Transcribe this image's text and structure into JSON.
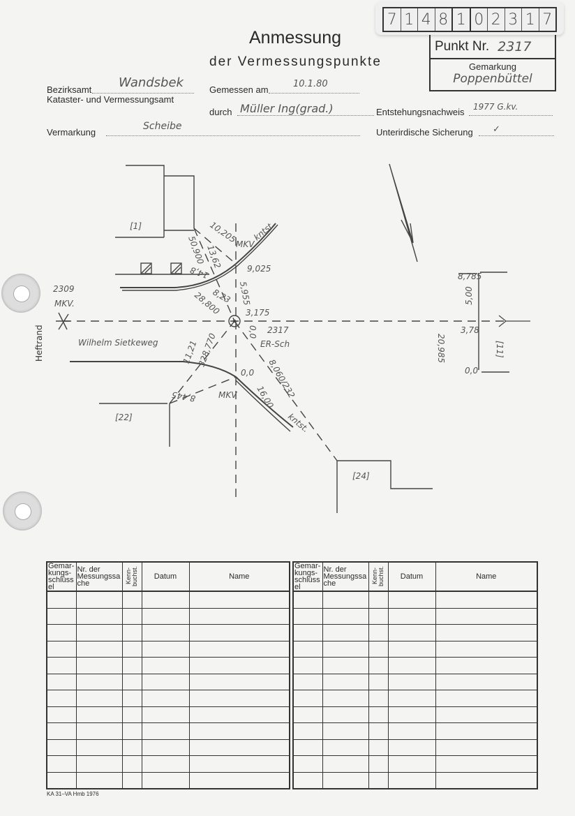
{
  "id_number": [
    "7",
    "1",
    "4",
    "8",
    "1",
    "0",
    "2",
    "3",
    "1",
    "7"
  ],
  "title": "Anmessung",
  "subtitle": "der Vermessungspunkte",
  "punkt": {
    "label": "Punkt Nr.",
    "value": "2317"
  },
  "gemarkung": {
    "label": "Gemarkung",
    "value": "Poppenbüttel"
  },
  "bezirksamt": {
    "label": "Bezirksamt",
    "value": "Wandsbek",
    "sub": "Kataster- und Vermessungsamt"
  },
  "gemessen": {
    "label": "Gemessen am",
    "value": "10.1.80"
  },
  "durch": {
    "label": "durch",
    "value": "Müller Ing(grad.)"
  },
  "entstehung": {
    "label": "Entstehungsnachweis",
    "value": "1977 G.kv."
  },
  "vermarkung": {
    "label": "Vermarkung",
    "value": "Scheibe"
  },
  "unterirdisch": {
    "label": "Unterirdische Sicherung",
    "value": "✓"
  },
  "sketch": {
    "b1": "[1]",
    "b22": "[22]",
    "b24": "[24]",
    "b11": "[11]",
    "p2309": "2309",
    "mkv_left": "MKV.",
    "mkv_top": "MKV",
    "mkv_bottom": "MKV",
    "p2317": "2317",
    "er_sch": "ER-Sch",
    "street": "Wilhelm Sietkeweg",
    "kntst_top": "kntst",
    "kntst_bottom": "kntst.",
    "m10205": "10,205",
    "m1362": "13,62",
    "m50900": "50,900",
    "m148": "14,8",
    "m823": "8,23",
    "m28800": "28,800",
    "m9025": "9,025",
    "m5955": "5,955",
    "m3175": "3,175",
    "m00": "0,0",
    "m1121": "11,21",
    "m328": "328,770",
    "m00b": "0,0",
    "m8445": "8,445",
    "m8060": "8,060/232",
    "m1600": "16,00",
    "m8785": "8,785",
    "m500": "5,00",
    "m378": "3,78",
    "m00c": "0,0",
    "m20985": "20,985",
    "heftrand": "Heftrand"
  },
  "table": {
    "headers": [
      "Gemar-kungs-schlüssel",
      "Nr. der Messungssache",
      "Kenn-buchst.",
      "Datum",
      "Name"
    ],
    "rows": 12
  },
  "footer": "KA 31–VA Hmb 1976"
}
